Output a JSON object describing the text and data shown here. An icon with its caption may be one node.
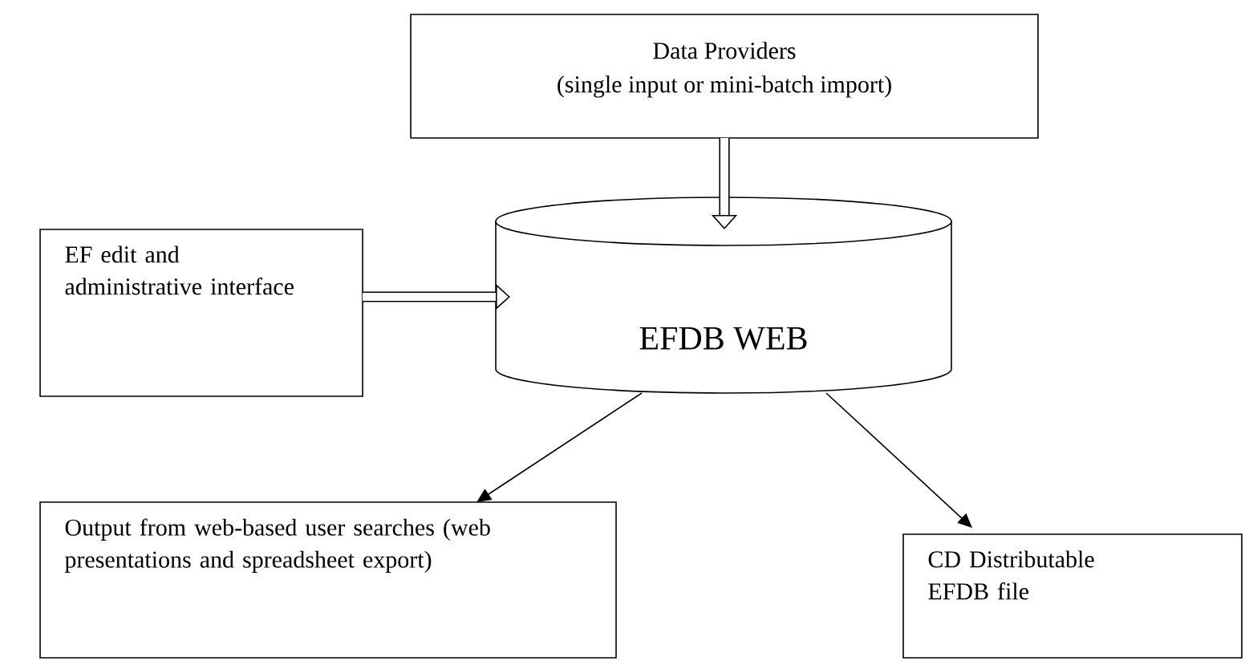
{
  "diagram": {
    "nodes": [
      {
        "text": [
          "Data Providers",
          "(single input or mini-batch import)"
        ]
      },
      {
        "text": [
          "EF edit and administrative interface"
        ]
      },
      {
        "text": [
          "EFDB WEB"
        ]
      },
      {
        "text": [
          "Output from web-based user searches (web presentations and spreadsheet export)"
        ]
      },
      {
        "text": [
          "CD Distributable EFDB file"
        ]
      }
    ],
    "edges": [
      {
        "from": 0,
        "to": 2,
        "arrow": "to",
        "style": "thick"
      },
      {
        "from": 1,
        "to": 2,
        "arrow": "to",
        "style": "thick"
      },
      {
        "from": 2,
        "to": 3,
        "arrow": "to"
      },
      {
        "from": 2,
        "to": 4,
        "arrow": "to"
      }
    ]
  }
}
